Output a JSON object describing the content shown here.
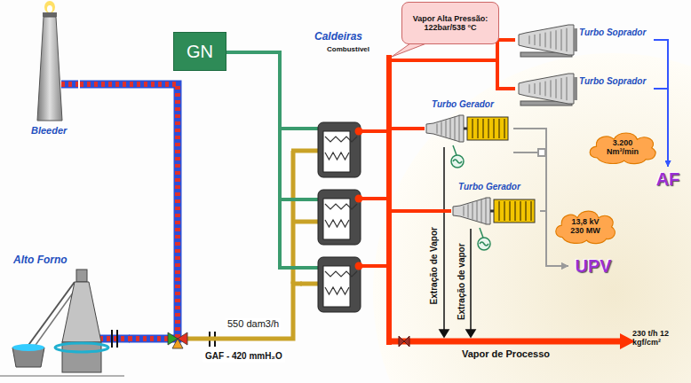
{
  "diagram": {
    "nodes": [
      {
        "text": [
          "Bleeder"
        ]
      },
      {
        "text": [
          "Alto Forno"
        ]
      },
      {
        "text": [
          "GN"
        ]
      },
      {
        "text": [
          "Caldeiras",
          "Combustível"
        ]
      },
      {
        "text": [
          "Vapor Alta Pressão: 122bar/538 °C"
        ]
      },
      {
        "text": [
          "Turbo Soprador"
        ]
      },
      {
        "text": [
          "Turbo Soprador"
        ]
      },
      {
        "text": [
          "Turbo Gerador"
        ]
      },
      {
        "text": [
          "Turbo Gerador"
        ]
      },
      {
        "text": [
          "3.200 Nm³/min"
        ]
      },
      {
        "text": [
          "AF"
        ]
      },
      {
        "text": [
          "13,8 kV 230 MW"
        ]
      },
      {
        "text": [
          "UPV"
        ]
      }
    ],
    "edges": [
      {
        "from": 1,
        "to": 3,
        "arrow": "none",
        "label": "550 dam3/h"
      },
      {
        "from": 1,
        "to": 0,
        "arrow": "none"
      },
      {
        "from": 2,
        "to": 3,
        "arrow": "none"
      },
      {
        "from": 3,
        "to": 5,
        "arrow": "none"
      },
      {
        "from": 3,
        "to": 6,
        "arrow": "none"
      },
      {
        "from": 3,
        "to": 7,
        "arrow": "none"
      },
      {
        "from": 3,
        "to": 8,
        "arrow": "none"
      },
      {
        "from": 5,
        "to": 10,
        "arrow": "to"
      },
      {
        "from": 6,
        "to": 10,
        "arrow": "to"
      },
      {
        "from": 7,
        "to": 12,
        "arrow": "to"
      },
      {
        "from": 8,
        "to": 12,
        "arrow": "to"
      }
    ],
    "labels": [
      "GAF - 420 mmH₂O",
      "Extração de Vapor",
      "Extração de vapor",
      "Vapor de Processo",
      "230 t/h 12 kgf/cm²"
    ]
  }
}
